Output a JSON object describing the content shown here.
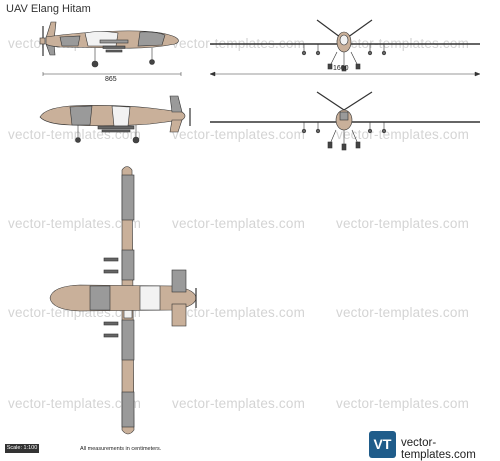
{
  "title": "UAV Elang Hitam",
  "watermark": "vector-templates.com",
  "dimensions": {
    "length": "865",
    "wingspan": "1600"
  },
  "scale_label": "Scale: 1:100",
  "measurement_note": "All measurements in centimeters.",
  "logo": {
    "mark": "VT",
    "text": "vector-templates.com"
  },
  "colors": {
    "tan": "#c9b09a",
    "grey": "#9a9a9a",
    "white": "#f2f2f2",
    "outline": "#333333",
    "logo_blue": "#1f5c8a"
  }
}
